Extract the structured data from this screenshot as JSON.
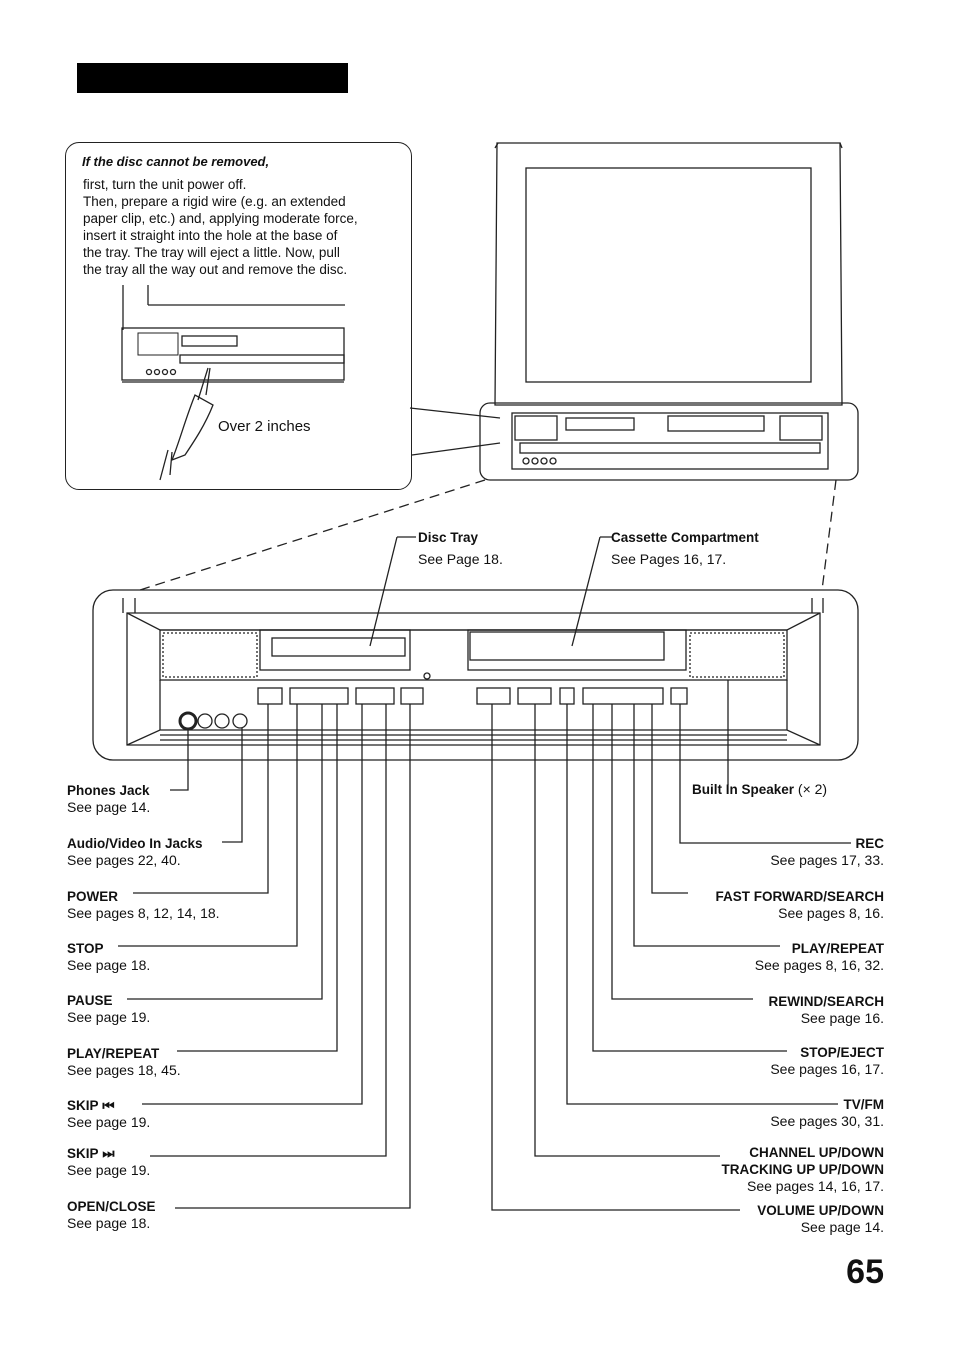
{
  "note": {
    "title": "If the disc cannot be removed,",
    "lines": [
      "first, turn the unit power off.",
      "Then, prepare a rigid wire (e.g. an extended",
      "paper clip, etc.) and, applying moderate force,",
      "insert it straight into the hole at the base of",
      "the tray. The tray will eject a little. Now, pull",
      "the tray all the way out and remove the disc."
    ],
    "distance_label": "Over 2 inches"
  },
  "top_labels": {
    "disc_tray": {
      "title": "Disc Tray",
      "sub": "See Page 18."
    },
    "cassette": {
      "title": "Cassette Compartment",
      "sub": "See Pages 16, 17."
    }
  },
  "left_labels": [
    {
      "title": "Phones Jack",
      "sub": "See page 14."
    },
    {
      "title": "Audio/Video In Jacks",
      "sub": "See pages 22, 40."
    },
    {
      "title": "POWER",
      "sub": "See pages 8, 12, 14, 18."
    },
    {
      "title": "STOP",
      "sub": "See page 18."
    },
    {
      "title": "PAUSE",
      "sub": "See page 19."
    },
    {
      "title": "PLAY/REPEAT",
      "sub": "See pages 18, 45."
    },
    {
      "title": "SKIP",
      "sub": "See page 19."
    },
    {
      "title": "SKIP",
      "sub": "See page 19."
    },
    {
      "title": "OPEN/CLOSE",
      "sub": "See page 18."
    }
  ],
  "right_labels": [
    {
      "title": "Built In Speaker",
      "sub": "(× 2)"
    },
    {
      "title": "REC",
      "sub": "See pages 17, 33."
    },
    {
      "title": "FAST FORWARD/SEARCH",
      "sub": "See pages 8, 16."
    },
    {
      "title": "PLAY/REPEAT",
      "sub": "See pages 8, 16, 32."
    },
    {
      "title": "REWIND/SEARCH",
      "sub": "See page 16."
    },
    {
      "title": "STOP/EJECT",
      "sub": "See pages 16, 17."
    },
    {
      "title": "TV/FM",
      "sub": "See pages 30, 31."
    },
    {
      "title": "CHANNEL UP/DOWN",
      "title2": "TRACKING UP UP/DOWN",
      "sub": "See pages 14, 16, 17."
    },
    {
      "title": "VOLUME UP/DOWN",
      "sub": "See page 14."
    }
  ],
  "page_number": "65"
}
